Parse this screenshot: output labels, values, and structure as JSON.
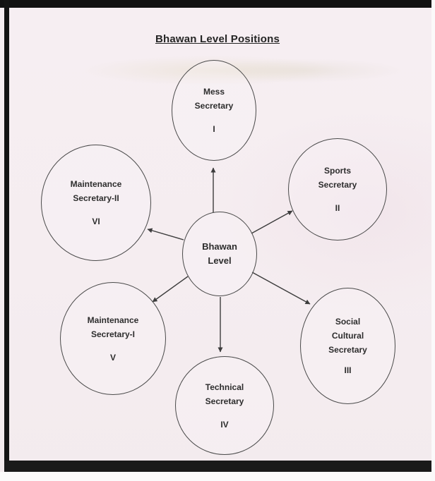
{
  "page": {
    "title": "Bhawan Level Positions"
  },
  "diagram": {
    "center": {
      "lines": [
        "Bhawan",
        "Level"
      ]
    },
    "nodes": [
      {
        "name": "mess-secretary",
        "lines": [
          "Mess",
          "Secretary"
        ],
        "numeral": "I"
      },
      {
        "name": "sports-secretary",
        "lines": [
          "Sports",
          "Secretary"
        ],
        "numeral": "II"
      },
      {
        "name": "social-cultural-secretary",
        "lines": [
          "Social",
          "Cultural",
          "Secretary"
        ],
        "numeral": "III"
      },
      {
        "name": "technical-secretary",
        "lines": [
          "Technical",
          "Secretary"
        ],
        "numeral": "IV"
      },
      {
        "name": "maintenance-secretary-1",
        "lines": [
          "Maintenance",
          "Secretary-I"
        ],
        "numeral": "V"
      },
      {
        "name": "maintenance-secretary-2",
        "lines": [
          "Maintenance",
          "Secretary-II"
        ],
        "numeral": "VI"
      }
    ],
    "line_color": "#3c3c3c"
  }
}
